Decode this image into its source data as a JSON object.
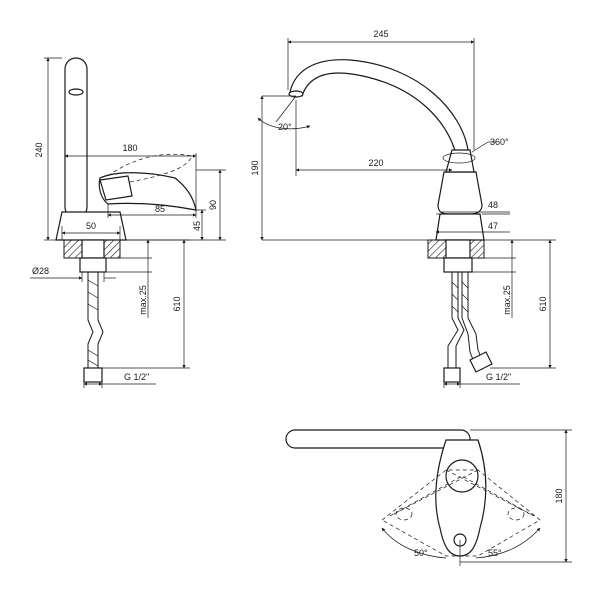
{
  "side_view": {
    "dim_height": "240",
    "dim_handle_length": "180",
    "dim_handle_tip_height": "90",
    "dim_handle_offset": "85",
    "dim_base_width": "50",
    "dim_base_height": "45",
    "dim_nut_diameter": "Ø28",
    "dim_max_thread": "max.25",
    "dim_hose_length": "610",
    "dim_hose_thread": "G 1/2\""
  },
  "front_view": {
    "dim_spout_reach": "245",
    "dim_spout_angle": "20°",
    "dim_rotation": "360°",
    "dim_spout_height": "190",
    "dim_spout_length": "220",
    "dim_body_height": "48",
    "dim_body_width": "47",
    "dim_max_thread": "max.25",
    "dim_hose_length": "610",
    "dim_hose_thread": "G 1/2\""
  },
  "top_view": {
    "dim_depth": "180",
    "dim_angle_left": "50°",
    "dim_angle_right": "55°"
  }
}
